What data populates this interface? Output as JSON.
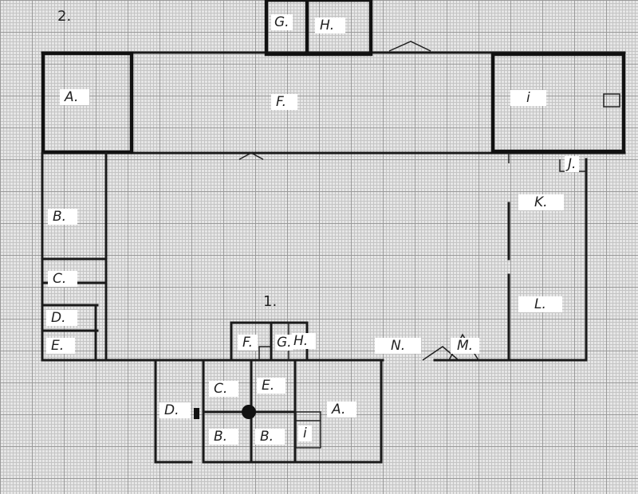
{
  "building_2": {
    "number": "2.",
    "rooms": [
      "A.",
      "F.",
      "G.",
      "H.",
      "i",
      "J."
    ]
  },
  "building_1": {
    "number": "1.",
    "rooms": [
      "B.",
      "C.",
      "D.",
      "E.",
      "K.",
      "L.",
      "F.",
      "G.",
      "H.",
      "N.",
      "M."
    ]
  },
  "annex": {
    "rooms": [
      "C.",
      "E.",
      "D.",
      "A.",
      "B.",
      "B.",
      "i"
    ]
  }
}
